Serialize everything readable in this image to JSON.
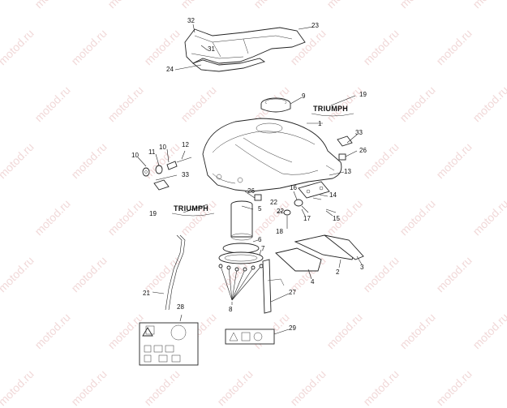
{
  "watermark_text": "motod.ru",
  "brand": "TRIUMPH",
  "callouts": {
    "c1": "1",
    "c2": "2",
    "c3": "3",
    "c4": "4",
    "c5": "5",
    "c6": "6",
    "c7": "7",
    "c8": "8",
    "c9": "9",
    "c10a": "10",
    "c10b": "10",
    "c11": "11",
    "c12": "12",
    "c13": "13",
    "c14": "14",
    "c15": "15",
    "c16": "16",
    "c17": "17",
    "c18": "18",
    "c19a": "19",
    "c19b": "19",
    "c21": "21",
    "c22a": "22",
    "c22b": "22",
    "c23": "23",
    "c24": "24",
    "c26a": "26",
    "c26b": "26",
    "c27": "27",
    "c28": "28",
    "c29": "29",
    "c31": "31",
    "c32": "32",
    "c33a": "33",
    "c33b": "33"
  },
  "colors": {
    "watermark": "#f1d9d9",
    "ink": "#222222"
  }
}
